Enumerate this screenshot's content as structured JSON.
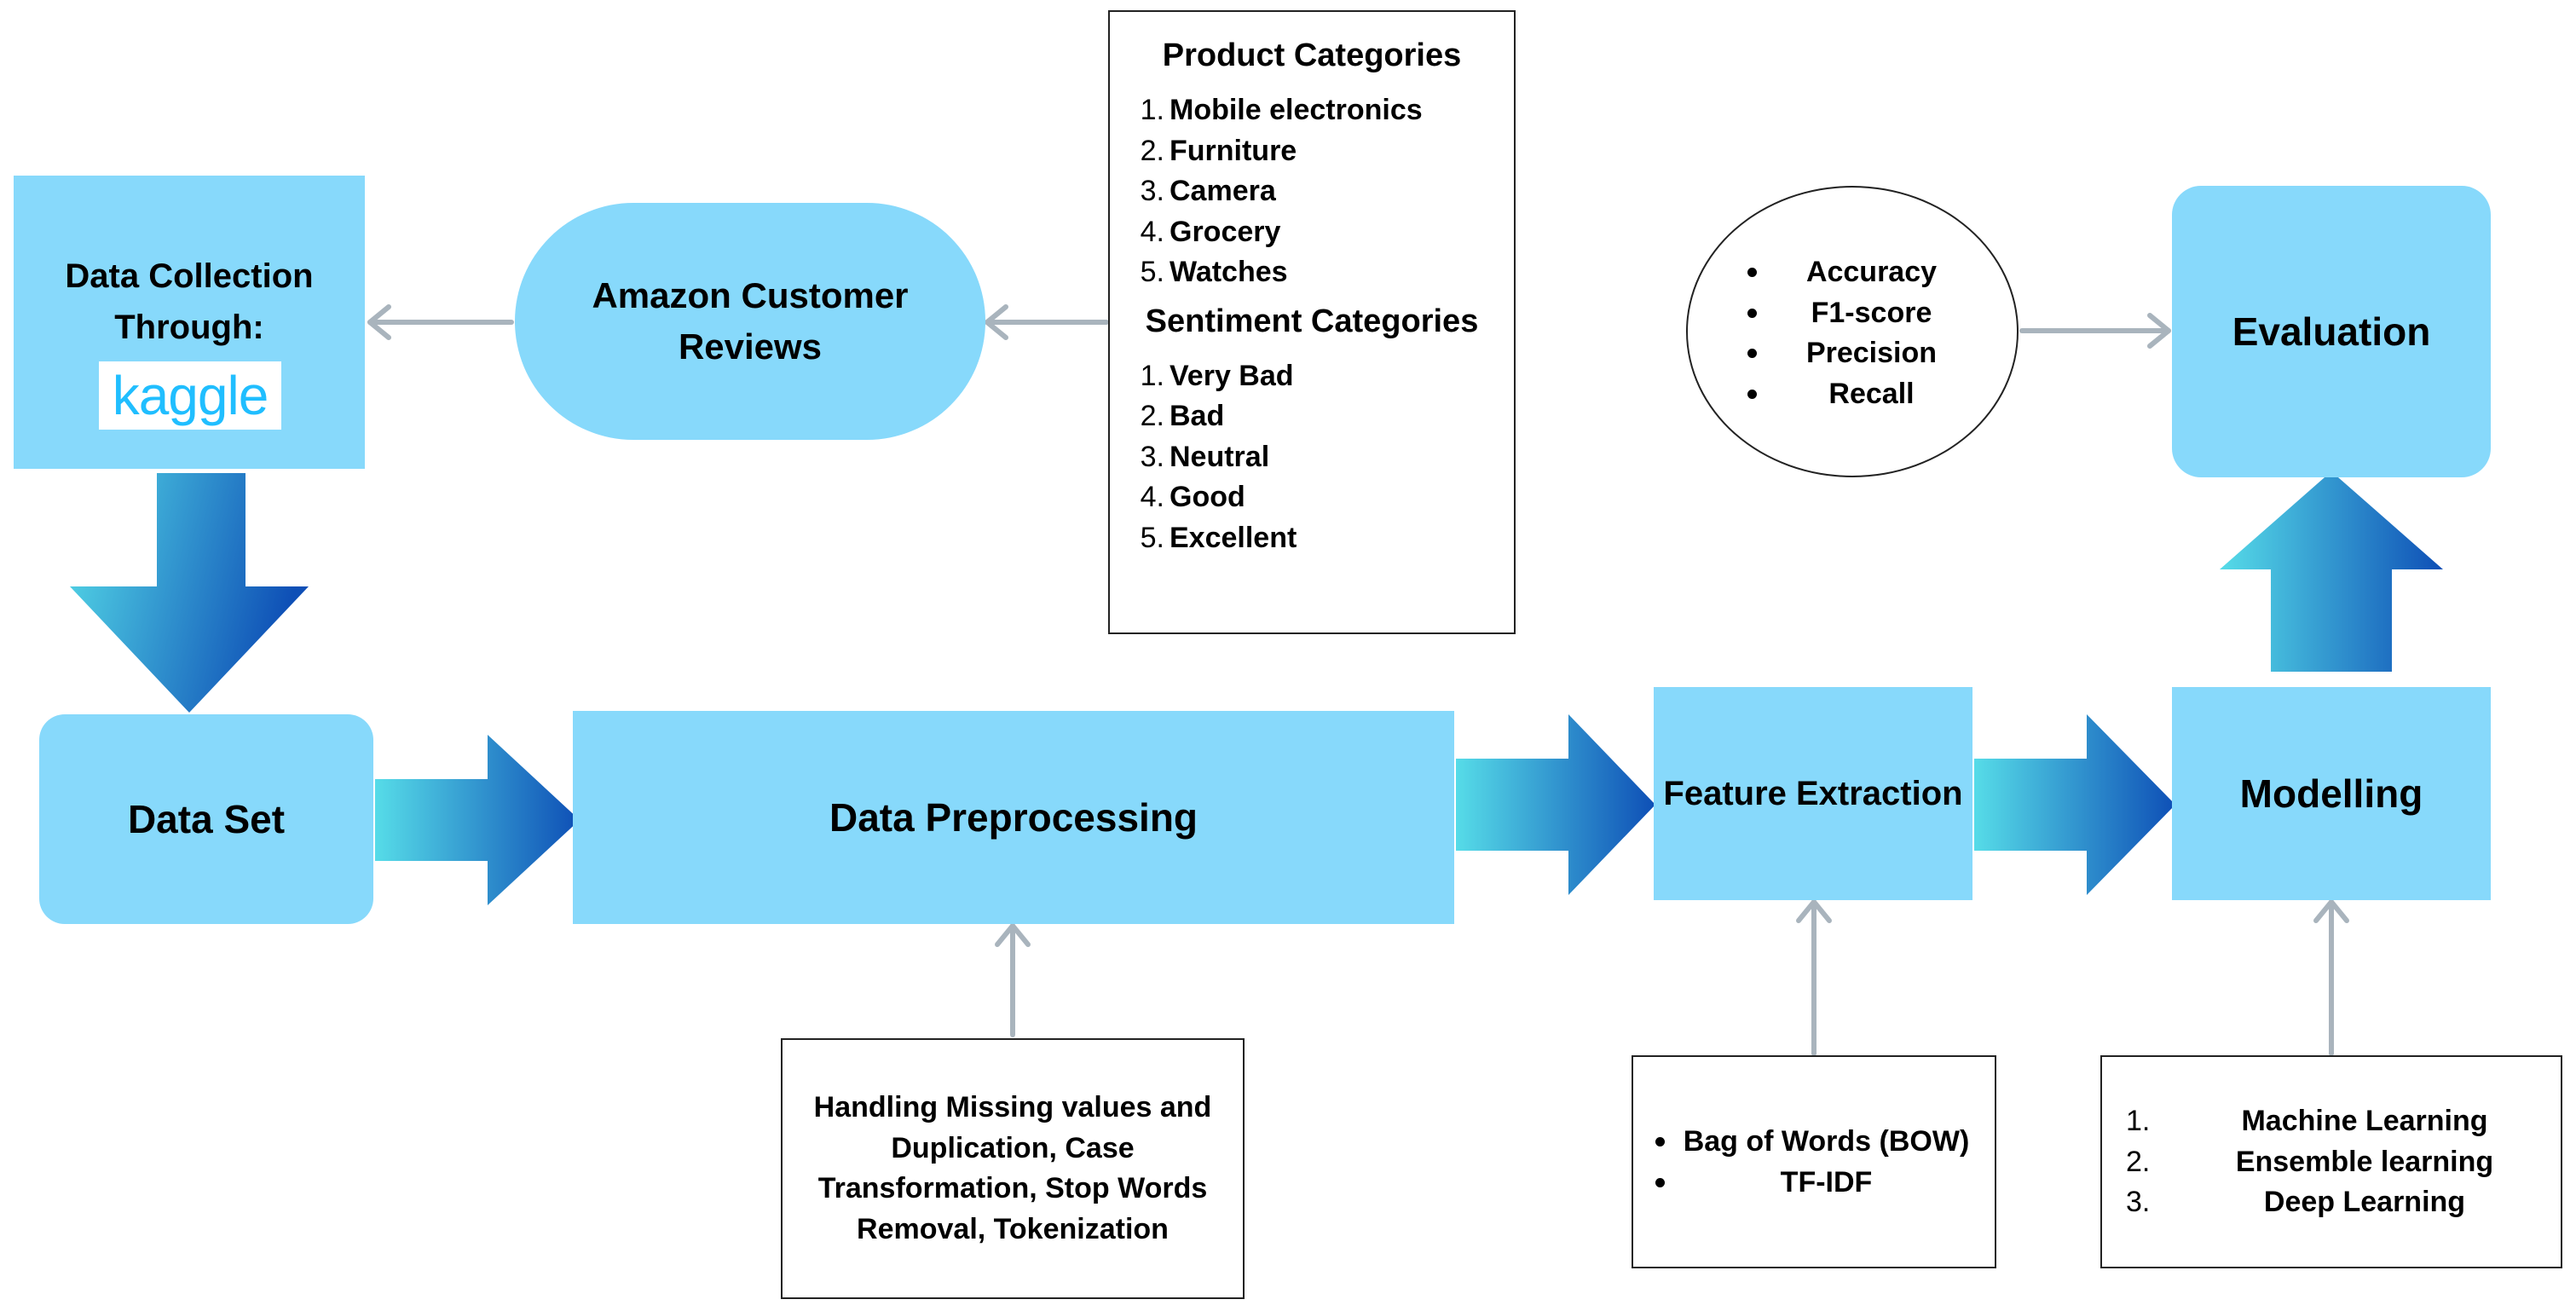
{
  "data_collection": {
    "label": "Data Collection Through:",
    "logo_text": "kaggle",
    "logo_color": "#20beff"
  },
  "amazon_reviews": {
    "label": "Amazon Customer Reviews"
  },
  "categories_box": {
    "product_title": "Product Categories",
    "products": [
      {
        "num": "1.",
        "text": "Mobile electronics"
      },
      {
        "num": "2.",
        "text": "Furniture"
      },
      {
        "num": "3.",
        "text": "Camera"
      },
      {
        "num": "4.",
        "text": "Grocery"
      },
      {
        "num": "5.",
        "text": "Watches"
      }
    ],
    "sentiment_title": "Sentiment Categories",
    "sentiments": [
      {
        "num": "1.",
        "text": "Very Bad"
      },
      {
        "num": "2.",
        "text": "Bad"
      },
      {
        "num": "3.",
        "text": "Neutral"
      },
      {
        "num": "4.",
        "text": "Good"
      },
      {
        "num": "5.",
        "text": "Excellent"
      }
    ]
  },
  "metrics": [
    "Accuracy",
    "F1-score",
    "Precision",
    "Recall"
  ],
  "evaluation": {
    "label": "Evaluation"
  },
  "data_set": {
    "label": "Data Set"
  },
  "data_preprocessing": {
    "label": "Data Preprocessing"
  },
  "feature_extraction": {
    "label": "Feature Extraction"
  },
  "modelling": {
    "label": "Modelling"
  },
  "preprocessing_details": {
    "text": "Handling Missing values and Duplication,  Case Transformation, Stop Words Removal, Tokenization"
  },
  "feature_methods": [
    "Bag of Words (BOW)",
    "TF-IDF"
  ],
  "model_types": [
    {
      "num": "1.",
      "text": "Machine Learning"
    },
    {
      "num": "2.",
      "text": "Ensemble learning"
    },
    {
      "num": "3.",
      "text": "Deep Learning"
    }
  ],
  "colors": {
    "node_fill": "#87d9fb",
    "connector": "#a9b4bd",
    "gradient_start": "#56dce8",
    "gradient_end": "#0e4fb6"
  }
}
